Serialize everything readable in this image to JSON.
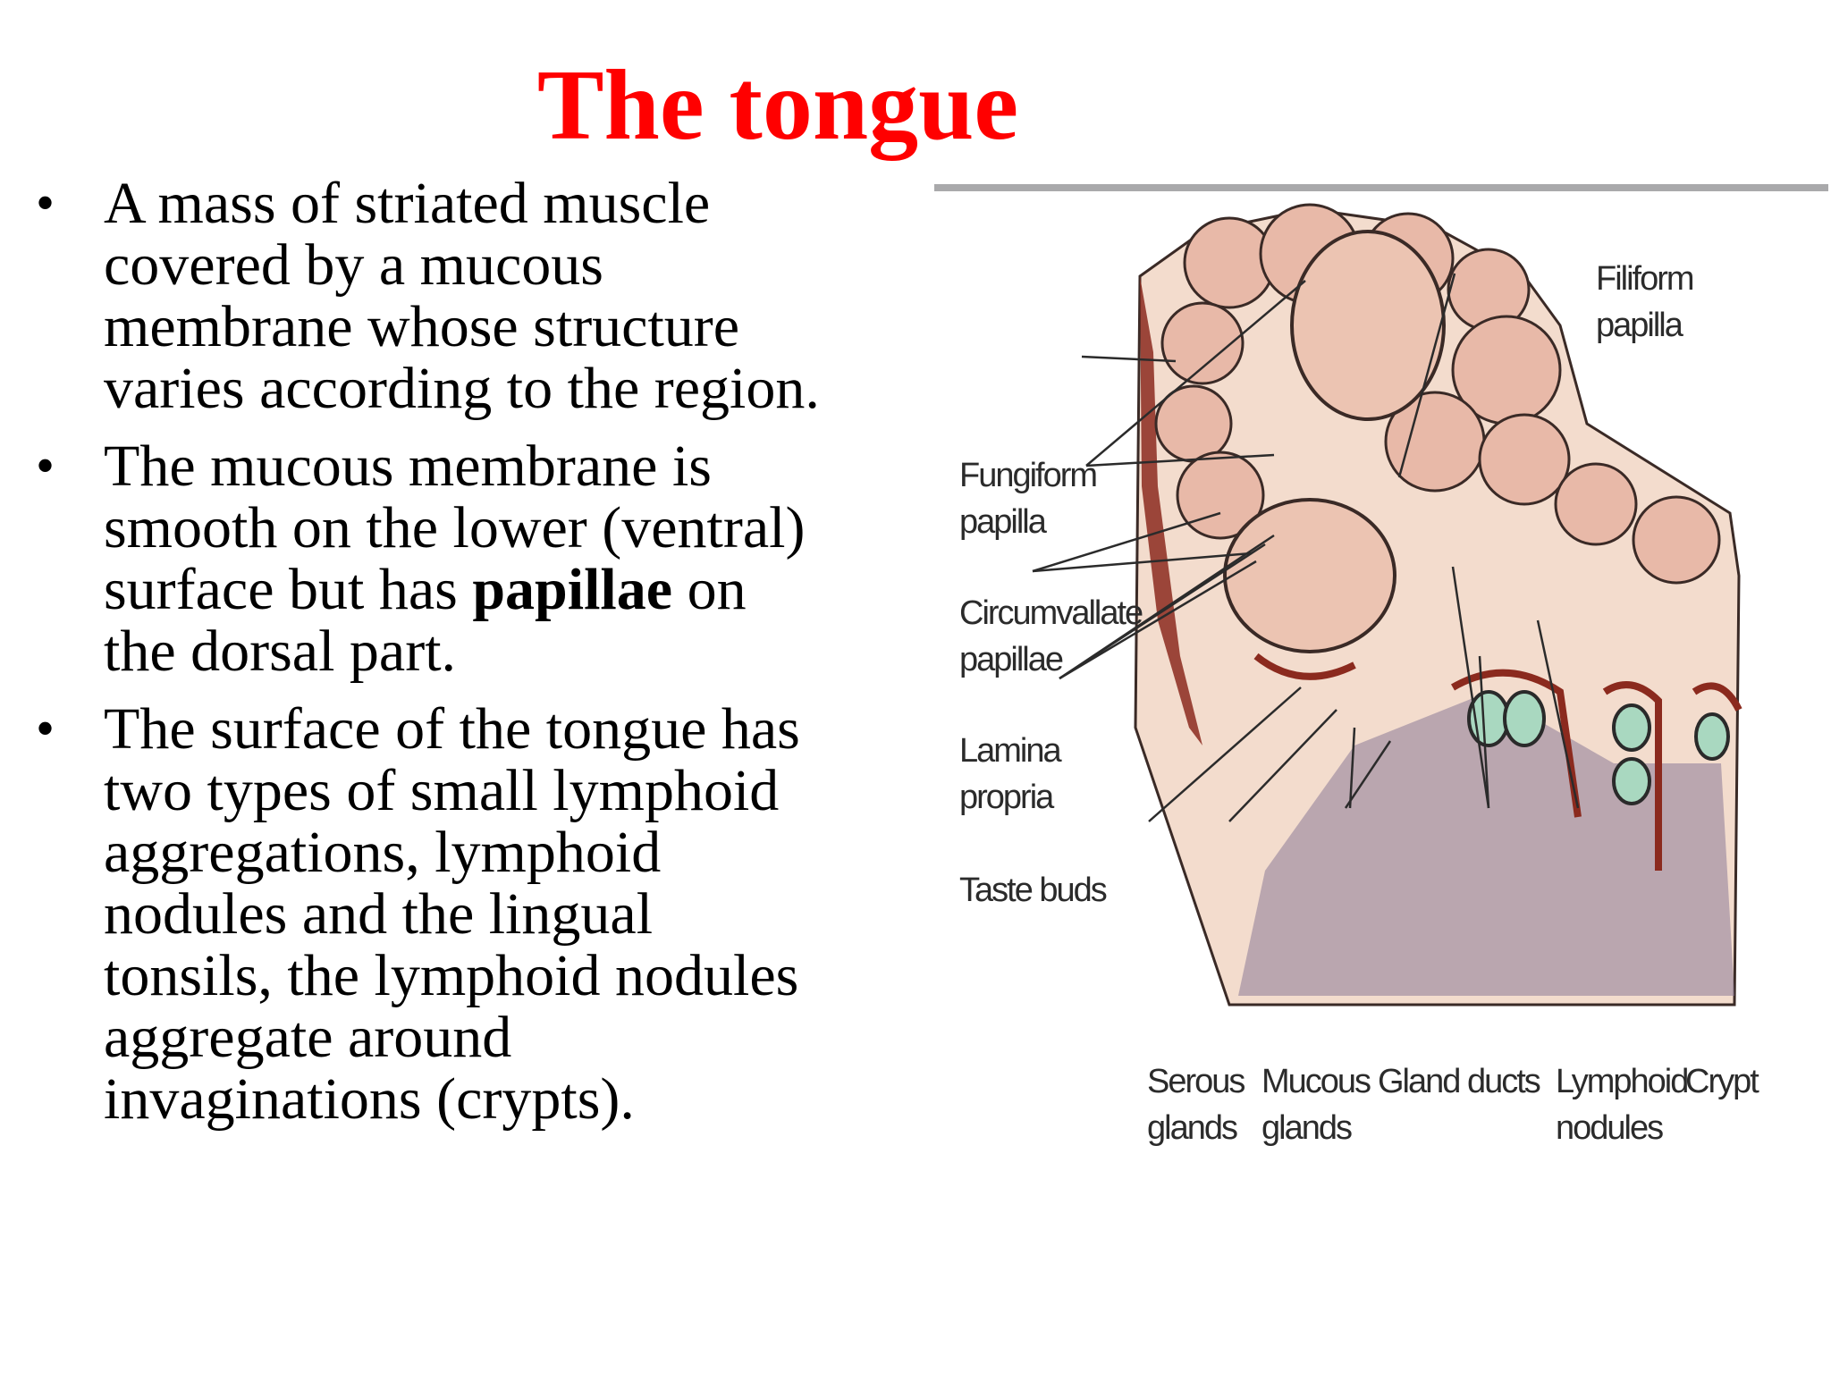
{
  "slide": {
    "title": "The tongue",
    "bullets": [
      {
        "lines": [
          [
            "A mass of striated muscle"
          ],
          [
            "covered by a mucous"
          ],
          [
            "membrane whose structure"
          ],
          [
            "varies according to the region."
          ]
        ]
      },
      {
        "lines": [
          [
            "The mucous membrane is"
          ],
          [
            "smooth on the lower (ventral)"
          ],
          [
            "surface but has ",
            "papillae",
            " on"
          ],
          [
            "the dorsal part."
          ]
        ],
        "bold_term": "papillae"
      },
      {
        "lines": [
          [
            "The surface of the tongue has"
          ],
          [
            "two types of small lymphoid"
          ],
          [
            "aggregations, lymphoid"
          ],
          [
            "nodules and the lingual"
          ],
          [
            "tonsils, the lymphoid nodules"
          ],
          [
            "aggregate around"
          ],
          [
            "invaginations (crypts)."
          ]
        ]
      }
    ],
    "bullet_symbol": "•",
    "title_color": "#ff0000"
  },
  "figure": {
    "labels": {
      "filiform_1": "Filiform",
      "filiform_2": "papilla",
      "fungiform_1": "Fungiform",
      "fungiform_2": "papilla",
      "circumvallate_1": "Circumvallate",
      "circumvallate_2": "papillae",
      "lamina_1": "Lamina",
      "lamina_2": "propria",
      "taste_buds": "Taste buds",
      "serous_1": "Serous",
      "serous_2": "glands",
      "mucous_1": "Mucous",
      "mucous_2": "glands",
      "gland_ducts": "Gland ducts",
      "lymphoid_1": "Lymphoid",
      "lymphoid_2": "nodules",
      "crypt": "Crypt"
    },
    "colors": {
      "tissue_pink": "#e8b9a8",
      "epithelium_dark": "#8b2a1e",
      "nodule_green": "#a9d8c0",
      "gland_purple": "#8a7a98",
      "base": "#f3dccd"
    }
  }
}
